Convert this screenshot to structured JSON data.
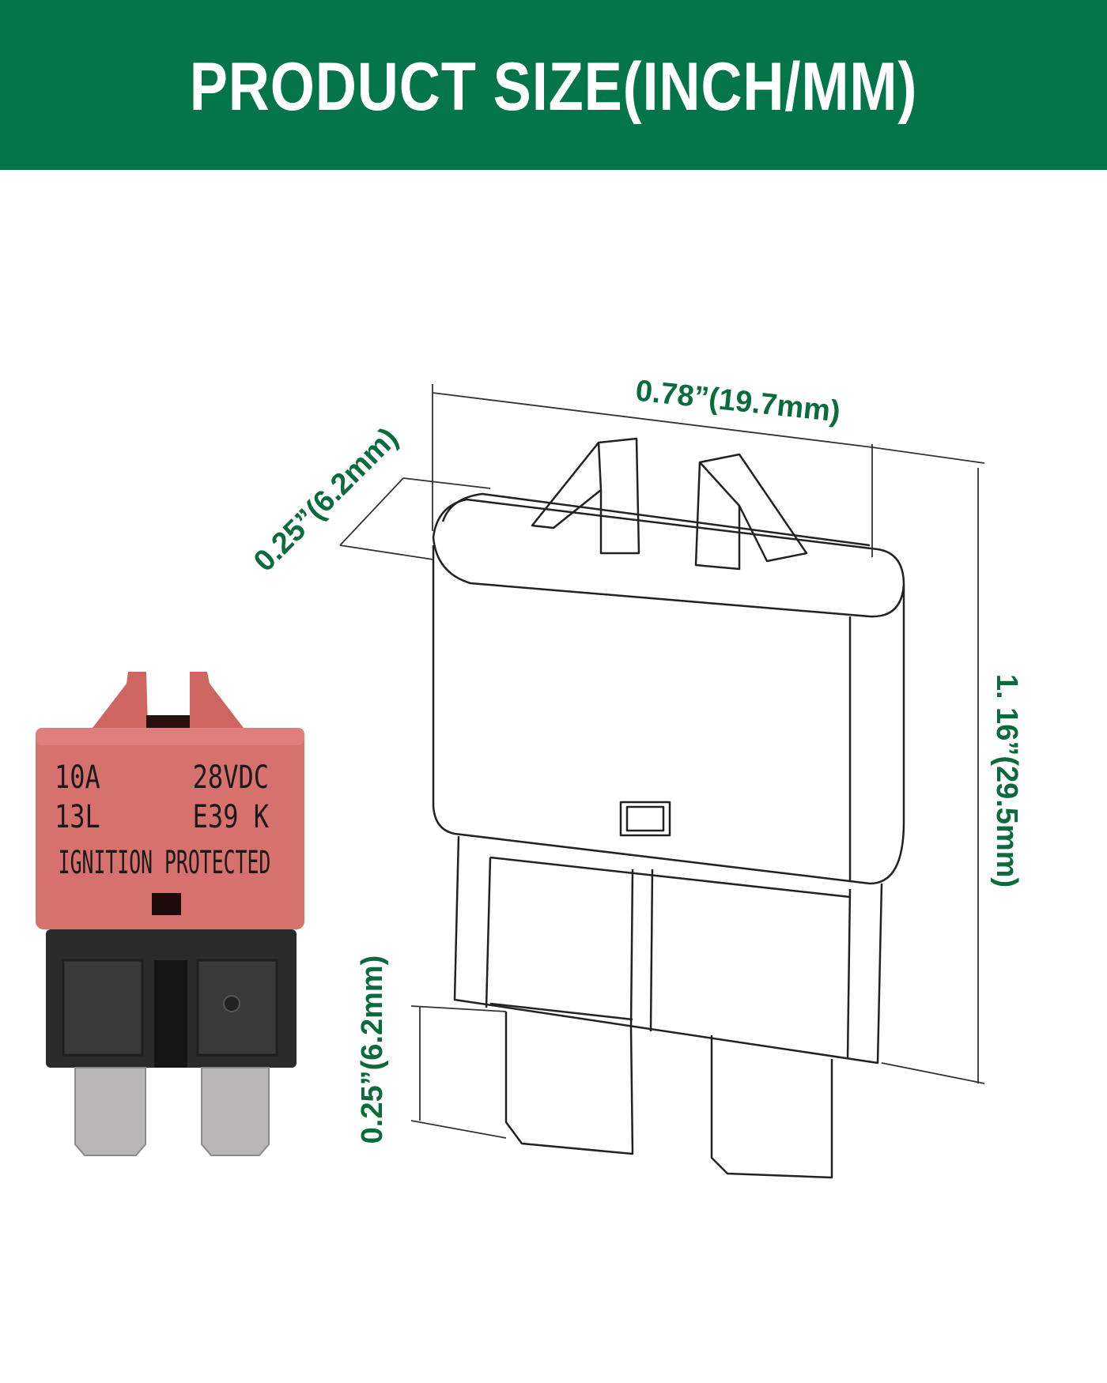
{
  "header": {
    "title": "PRODUCT SIZE(INCH/MM)"
  },
  "dimensions": {
    "width": "0.78”(19.7mm)",
    "depth": "0.25”(6.2mm)",
    "height": "1. 16”(29.5mm)",
    "blade_length": "0.25”(6.2mm)"
  },
  "fuse_label": {
    "current": "10A",
    "voltage": "28VDC",
    "code_left": "13L",
    "code_right": "E39  K",
    "protection": "IGNITION PROTECTED"
  },
  "colors": {
    "header_bg": "#04754a",
    "dimension_text": "#0b6b3c",
    "fuse_body": "#d6716d",
    "fuse_base": "#2b2b2b"
  }
}
